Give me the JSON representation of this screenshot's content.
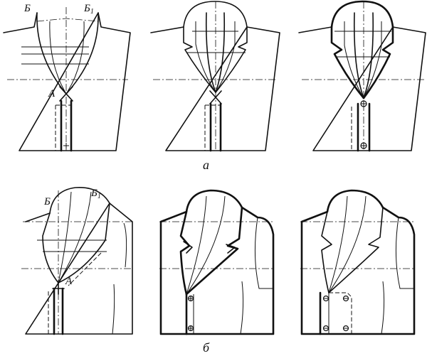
{
  "labels": {
    "row1": {
      "b": "Б",
      "b1": "Б",
      "b1_sub": "1",
      "a_point": "А"
    },
    "row2": {
      "b": "Б",
      "b1": "Б",
      "b1_sub": "1",
      "a_point": "А"
    },
    "caption_top": "а",
    "caption_bottom": "б"
  }
}
